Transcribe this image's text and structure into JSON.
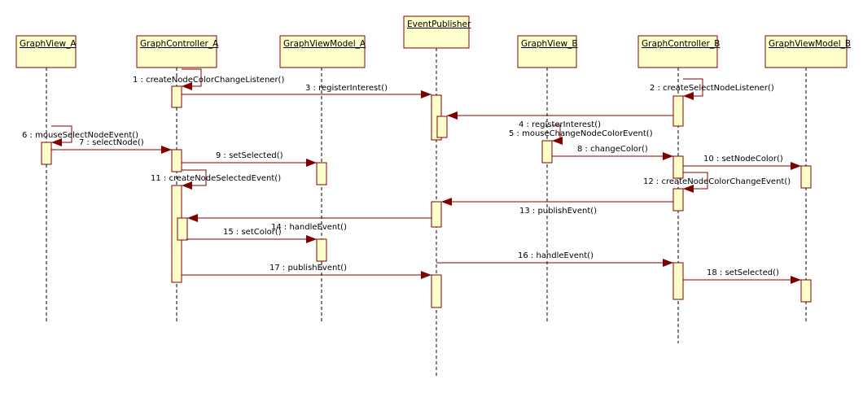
{
  "diagram": {
    "type": "UML sequence diagram",
    "colors": {
      "box_fill": "#ffffcc",
      "border": "#800000",
      "text": "#000000",
      "lifeline": "#000000"
    },
    "objects": [
      {
        "id": "gva",
        "name": "GraphView_A"
      },
      {
        "id": "gca",
        "name": "GraphController_A"
      },
      {
        "id": "gvma",
        "name": "GraphViewModel_A"
      },
      {
        "id": "ep",
        "name": "EventPublisher"
      },
      {
        "id": "gvb",
        "name": "GraphView_B"
      },
      {
        "id": "gcb",
        "name": "GraphController_B"
      },
      {
        "id": "gvmb",
        "name": "GraphViewModel_B"
      }
    ],
    "messages": [
      {
        "seq": 1,
        "label": "1 : createNodeColorChangeListener()",
        "from": "gca",
        "to": "gca",
        "self": true
      },
      {
        "seq": 2,
        "label": "2 : createSelectNodeListener()",
        "from": "gcb",
        "to": "gcb",
        "self": true
      },
      {
        "seq": 3,
        "label": "3 : registerInterest()",
        "from": "gca",
        "to": "ep"
      },
      {
        "seq": 4,
        "label": "4 : registerInterest()",
        "from": "gcb",
        "to": "ep"
      },
      {
        "seq": 5,
        "label": "5 : mouseChangeNodeColorEvent()",
        "from": "gvb",
        "to": "gvb",
        "self": true
      },
      {
        "seq": 6,
        "label": "6 : mouseSelectNodeEvent()",
        "from": "gva",
        "to": "gva",
        "self": true
      },
      {
        "seq": 7,
        "label": "7 : selectNode()",
        "from": "gva",
        "to": "gca"
      },
      {
        "seq": 8,
        "label": "8 : changeColor()",
        "from": "gvb",
        "to": "gcb"
      },
      {
        "seq": 9,
        "label": "9 : setSelected()",
        "from": "gca",
        "to": "gvma"
      },
      {
        "seq": 10,
        "label": "10 : setNodeColor()",
        "from": "gcb",
        "to": "gvmb"
      },
      {
        "seq": 11,
        "label": "11 : createNodeSelectedEvent()",
        "from": "gca",
        "to": "gca",
        "self": true
      },
      {
        "seq": 12,
        "label": "12 : createNodeColorChangeEvent()",
        "from": "gcb",
        "to": "gcb",
        "self": true
      },
      {
        "seq": 13,
        "label": "13 : publishEvent()",
        "from": "gcb",
        "to": "ep"
      },
      {
        "seq": 14,
        "label": "14 : handleEvent()",
        "from": "ep",
        "to": "gca"
      },
      {
        "seq": 15,
        "label": "15 : setColor()",
        "from": "gca",
        "to": "gvma"
      },
      {
        "seq": 16,
        "label": "16 : handleEvent()",
        "from": "ep",
        "to": "gcb"
      },
      {
        "seq": 17,
        "label": "17 : publishEvent()",
        "from": "gca",
        "to": "ep"
      },
      {
        "seq": 18,
        "label": "18 : setSelected()",
        "from": "gcb",
        "to": "gvmb"
      }
    ]
  }
}
